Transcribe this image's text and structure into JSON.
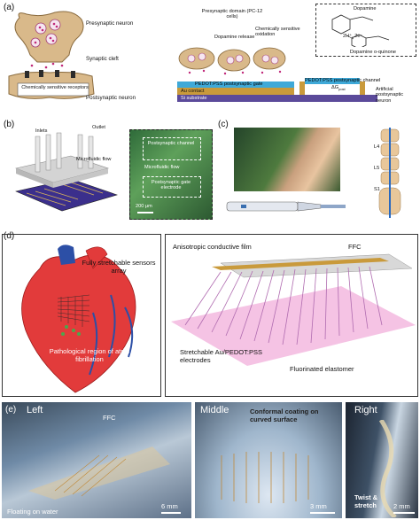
{
  "panel_a": {
    "label": "(a)",
    "presynaptic_neuron": "Presynaptic neuron",
    "synaptic_cleft": "Synaptic cleft",
    "chem_receptors": "Chemically sensitive receptors",
    "postsynaptic_neuron": "Postsynaptic neuron",
    "presynaptic_domain": "Presynaptic domain (PC-12 cells)",
    "dopamine_release": "Dopamine release",
    "chem_oxidation": "Chemically sensitive oxidation",
    "dopamine": "Dopamine",
    "electrons": "2H⁺, 2e⁻",
    "dopamine_quinone": "Dopamine o-quinone",
    "gate": "PEDOT:PSS postsynaptic gate",
    "channel": "PEDOT:PSS postsynaptic channel",
    "delta_g": "ΔG",
    "delta_g_sub": "post",
    "au_contact": "Au contact",
    "si_substrate": "Si substrate",
    "artificial_neuron": "Artificial postsynaptic neuron"
  },
  "panel_b": {
    "label": "(b)",
    "inlets": "Inlets",
    "outlet": "Outlet",
    "microfluidic_flow": "Microfluidic flow",
    "postsynaptic_channel": "Postsynaptic channel",
    "microfluidic_flow_2": "Microfluidic flow",
    "postsynaptic_gate": "Postsynaptic gate electrode",
    "scale": "200 μm"
  },
  "panel_c": {
    "label": "(c)",
    "spine_labels": [
      "L4",
      "L5",
      "S1"
    ]
  },
  "panel_d": {
    "label": "(d)",
    "fully_stretchable": "Fully stretchable sensors array",
    "pathological": "Pathological region of atrial fibrillation",
    "anisotropic": "Anisotropic conductive film",
    "ffc": "FFC",
    "stretchable": "Stretchable Au/PEDOT:PSS electrodes",
    "fluorinated": "Fluorinated elastomer"
  },
  "panel_e": {
    "label": "(e)",
    "left": "Left",
    "ffc": "FFC",
    "floating": "Floating on water",
    "scale_left": "6 mm",
    "middle": "Middle",
    "conformal": "Conformal coating on curved surface",
    "scale_middle": "3 mm",
    "right": "Right",
    "twist": "Twist & stretch",
    "scale_right": "2 mm"
  },
  "colors": {
    "neuron_tan": "#d9b98a",
    "pedot_blue": "#3fa9d8",
    "au_gold": "#c99a3b",
    "si_purple": "#5b4a9a",
    "heart_red": "#e23b3b",
    "elastomer_pink": "#f3b8df",
    "vessel_blue": "#2c4fa6"
  }
}
